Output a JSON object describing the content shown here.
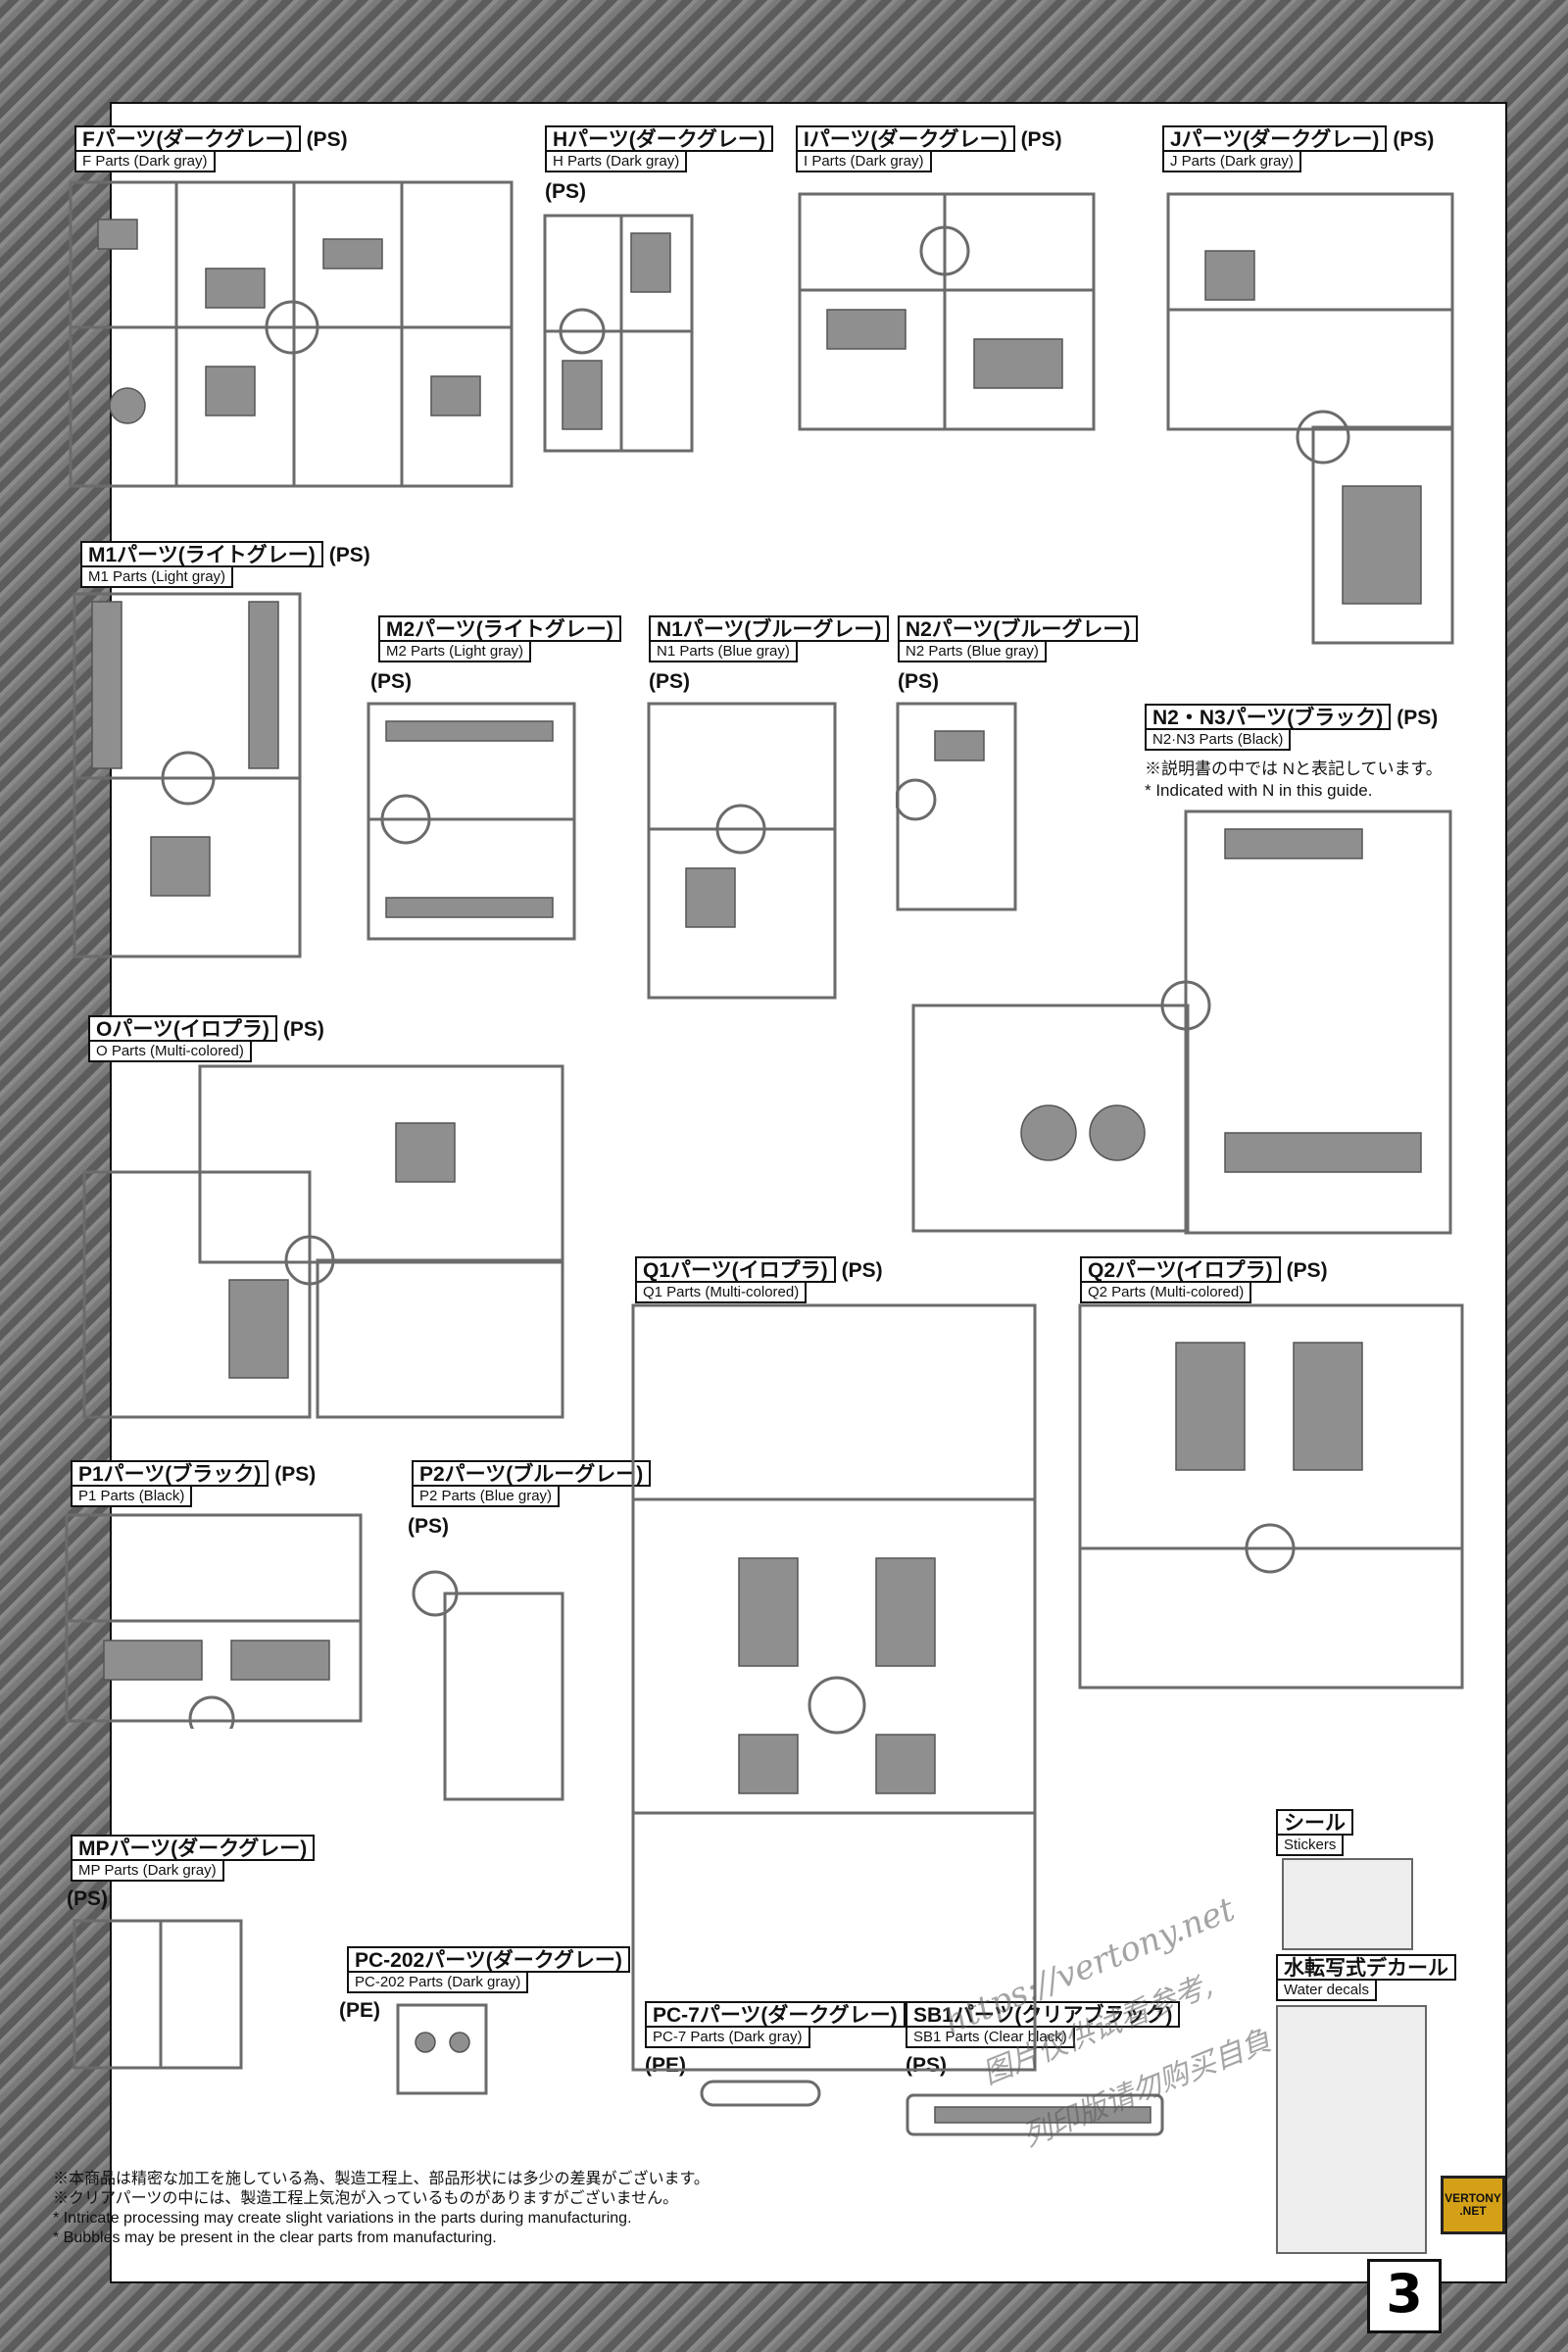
{
  "page_number": "3",
  "runners": {
    "F": {
      "jp": "Fパーツ(ダークグレー)",
      "en": "F Parts (Dark gray)",
      "mat": "(PS)"
    },
    "H": {
      "jp": "Hパーツ(ダークグレー)",
      "en": "H Parts (Dark gray)",
      "mat": "(PS)"
    },
    "I": {
      "jp": "Iパーツ(ダークグレー)",
      "en": "I Parts (Dark gray)",
      "mat": "(PS)"
    },
    "J": {
      "jp": "Jパーツ(ダークグレー)",
      "en": "J Parts (Dark gray)",
      "mat": "(PS)"
    },
    "M1": {
      "jp": "M1パーツ(ライトグレー)",
      "en": "M1 Parts (Light gray)",
      "mat": "(PS)"
    },
    "M2": {
      "jp": "M2パーツ(ライトグレー)",
      "en": "M2 Parts (Light gray)",
      "mat": "(PS)"
    },
    "N1": {
      "jp": "N1パーツ(ブルーグレー)",
      "en": "N1 Parts (Blue gray)",
      "mat": "(PS)"
    },
    "N2": {
      "jp": "N2パーツ(ブルーグレー)",
      "en": "N2 Parts (Blue gray)",
      "mat": "(PS)"
    },
    "N23": {
      "jp": "N2・N3パーツ(ブラック)",
      "en": "N2·N3 Parts (Black)",
      "mat": "(PS)",
      "note_jp": "※説明書の中では Nと表記しています。",
      "note_en": "* Indicated with N in this guide."
    },
    "O": {
      "jp": "Oパーツ(イロプラ)",
      "en": "O Parts (Multi-colored)",
      "mat": "(PS)"
    },
    "Q1": {
      "jp": "Q1パーツ(イロプラ)",
      "en": "Q1 Parts (Multi-colored)",
      "mat": "(PS)"
    },
    "Q2": {
      "jp": "Q2パーツ(イロプラ)",
      "en": "Q2 Parts (Multi-colored)",
      "mat": "(PS)"
    },
    "P1": {
      "jp": "P1パーツ(ブラック)",
      "en": "P1 Parts (Black)",
      "mat": "(PS)"
    },
    "P2": {
      "jp": "P2パーツ(ブルーグレー)",
      "en": "P2 Parts (Blue gray)",
      "mat": "(PS)"
    },
    "MP": {
      "jp": "MPパーツ(ダークグレー)",
      "en": "MP Parts (Dark gray)",
      "mat": "(PS)"
    },
    "PC202": {
      "jp": "PC-202パーツ(ダークグレー)",
      "en": "PC-202 Parts (Dark gray)",
      "mat": "(PE)"
    },
    "PC7": {
      "jp": "PC-7パーツ(ダークグレー)",
      "en": "PC-7 Parts (Dark gray)",
      "mat": "(PE)"
    },
    "SB1": {
      "jp": "SB1パーツ(クリアブラック)",
      "en": "SB1 Parts (Clear black)",
      "mat": "(PS)"
    }
  },
  "stickers": {
    "jp": "シール",
    "en": "Stickers"
  },
  "decals": {
    "jp": "水転写式デカール",
    "en": "Water decals"
  },
  "notes": [
    "※本商品は精密な加工を施している為、製造工程上、部品形状には多少の差異がございます。",
    "※クリアパーツの中には、製造工程上気泡が入っているものがありますがございません。",
    "* Intricate processing may create slight variations in the parts during manufacturing.",
    "* Bubbles may be present in the clear parts from manufacturing."
  ],
  "watermark": {
    "url": "https://vertony.net",
    "line2": "图片仅供试看参考,",
    "line3": "列印版请勿购买自負"
  },
  "logo": "VERTONY .NET"
}
